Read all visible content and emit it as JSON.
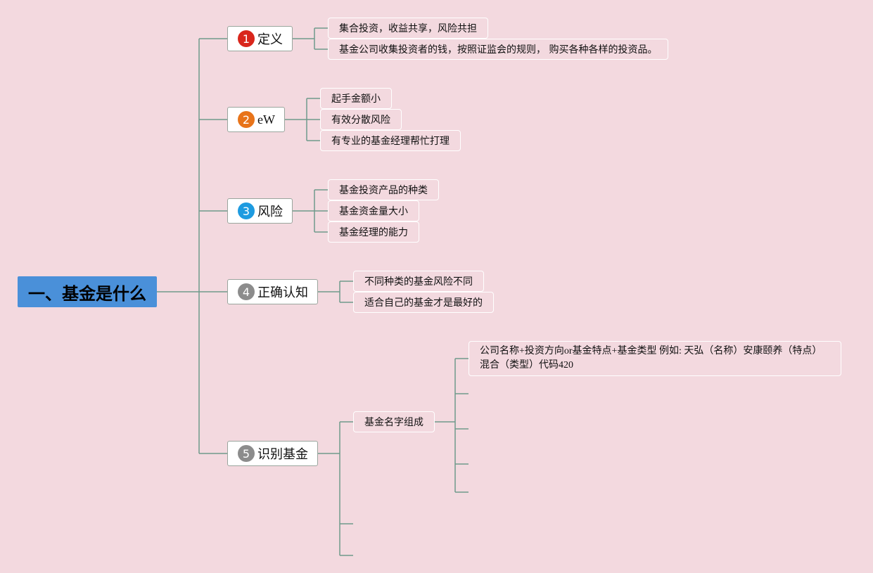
{
  "root": {
    "label": "一、基金是什么"
  },
  "topics": [
    {
      "number": "1",
      "label": "定义",
      "color": "#d9261c",
      "children": [
        "集合投资，收益共享，风险共担",
        "基金公司收集投资者的钱，按照证监会的规则， 购买各种各样的投资品。"
      ]
    },
    {
      "number": "2",
      "label": "eW",
      "color": "#e8741a",
      "children": [
        "起手金额小",
        "有效分散风险",
        "有专业的基金经理帮忙打理"
      ]
    },
    {
      "number": "3",
      "label": "风险",
      "color": "#1e9be0",
      "children": [
        "基金投资产品的种类",
        "基金资金量大小",
        "基金经理的能力"
      ]
    },
    {
      "number": "4",
      "label": "正确认知",
      "color": "#8c8c8c",
      "children": [
        "不同种类的基金风险不同",
        "适合自己的基金才是最好的"
      ]
    },
    {
      "number": "5",
      "label": "识别基金",
      "color": "#8c8c8c",
      "children": [
        "基金名字组成"
      ]
    }
  ],
  "name_composition": {
    "line1": "公司名称+投资方向or基金特点+基金类型 例如: 天弘（名称）安康颐养（特点）",
    "line2": "混合（类型）代码420"
  },
  "colors": {
    "background": "#f3d9df",
    "root": "#4a90d9",
    "connector": "#6f9a8c"
  }
}
